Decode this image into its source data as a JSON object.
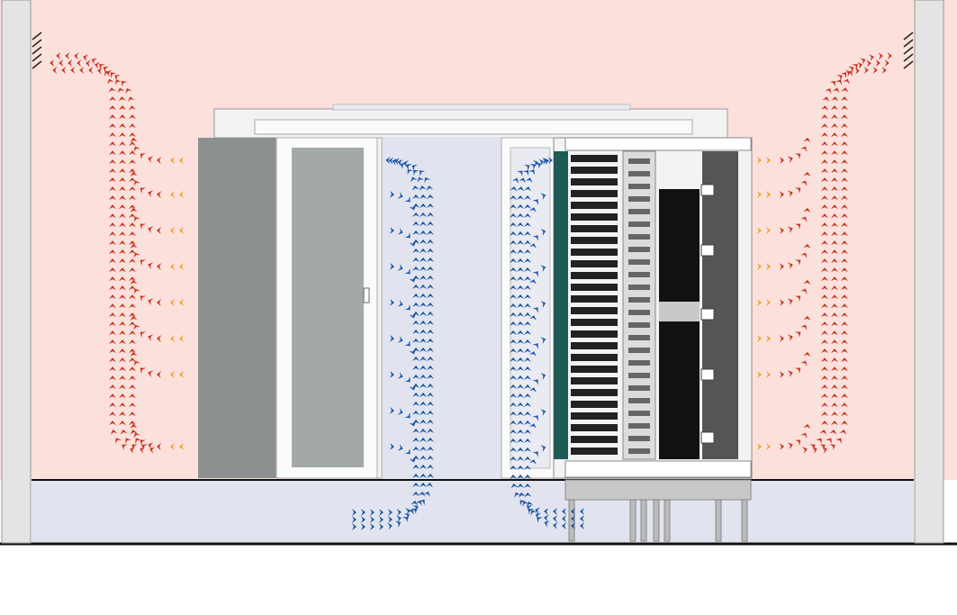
{
  "colors": {
    "room_hot": "#fbe0dc",
    "aisle_cold": "#e1e4ef",
    "wall": "#e3e3e3",
    "hot_air": "#c8321e",
    "warm_air": "#f4a020",
    "cold_air": "#1d55a8",
    "cabinet_grey": "#8a9090",
    "glass": "#a2a8a8",
    "panel_teal": "#1f5a55",
    "floor_line": "#111111"
  },
  "legend": {
    "hot_air_icon": "chevron-arrow-red",
    "exhaust_icon": "chevron-arrow-orange",
    "cold_air_icon": "chevron-arrow-blue"
  }
}
